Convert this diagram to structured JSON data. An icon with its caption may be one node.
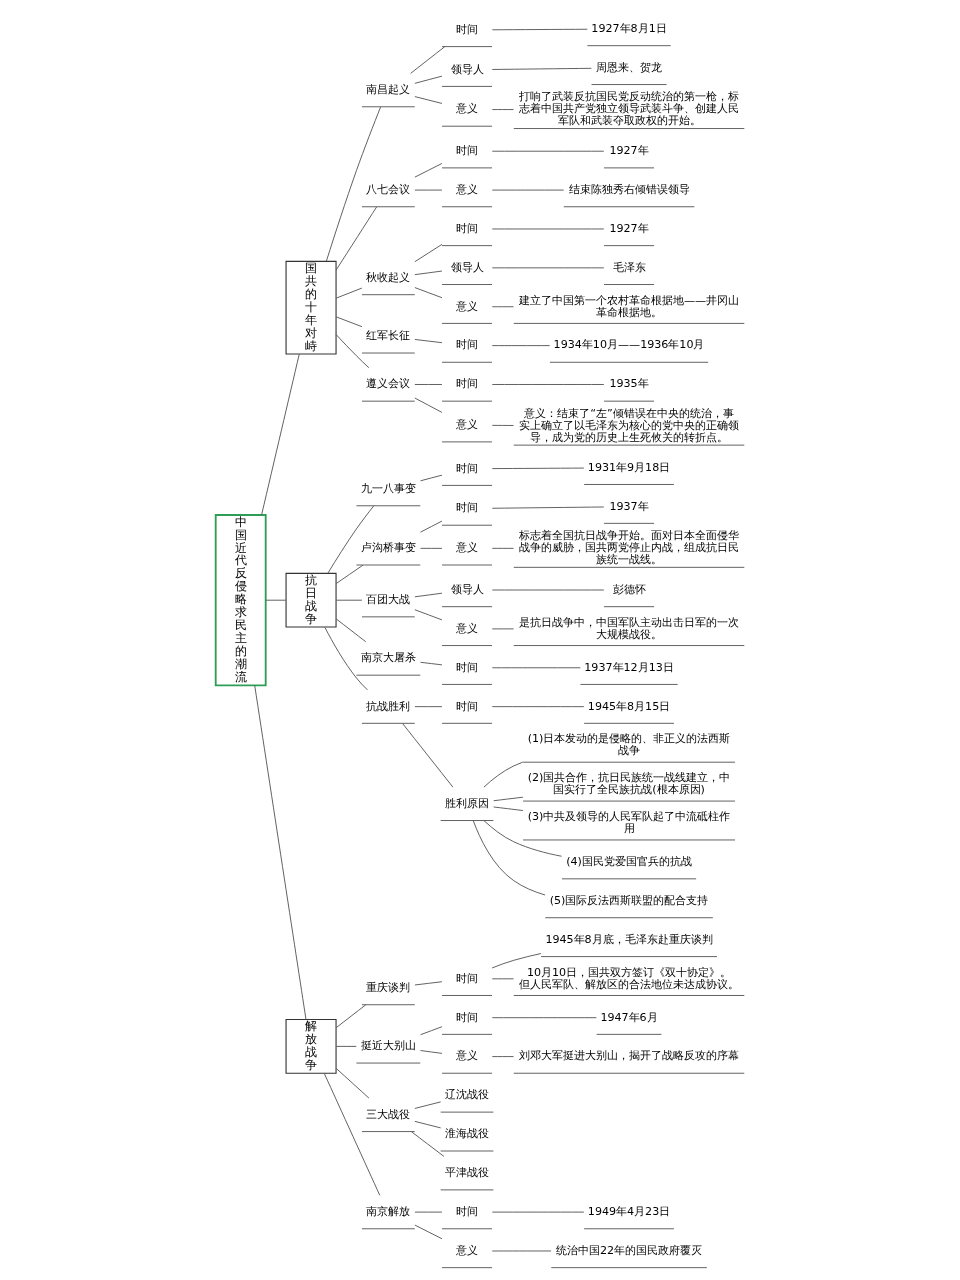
{
  "diagram": {
    "nodes": [
      {
        "text": [
          "中国近代反侵略求民主的潮流"
        ]
      },
      {
        "text": [
          "国共的十年对峙"
        ]
      },
      {
        "text": [
          "南昌起义"
        ]
      },
      {
        "text": [
          "时间"
        ]
      },
      {
        "text": [
          "1927年8月1日"
        ]
      },
      {
        "text": [
          "领导人"
        ]
      },
      {
        "text": [
          "周恩来、贺龙"
        ]
      },
      {
        "text": [
          "意义"
        ]
      },
      {
        "text": [
          "打响了武装反抗国民党反动统治的第一枪，标志着中国共产党独立领导武装斗争、创建人民军队和武装夺取政权的开始。"
        ]
      },
      {
        "text": [
          "八七会议"
        ]
      },
      {
        "text": [
          "时间"
        ]
      },
      {
        "text": [
          "1927年"
        ]
      },
      {
        "text": [
          "意义"
        ]
      },
      {
        "text": [
          "结束陈独秀右倾错误领导"
        ]
      },
      {
        "text": [
          "秋收起义"
        ]
      },
      {
        "text": [
          "时间"
        ]
      },
      {
        "text": [
          "1927年"
        ]
      },
      {
        "text": [
          "领导人"
        ]
      },
      {
        "text": [
          "毛泽东"
        ]
      },
      {
        "text": [
          "意义"
        ]
      },
      {
        "text": [
          "建立了中国第一个农村革命根据地——井冈山革命根据地。"
        ]
      },
      {
        "text": [
          "红军长征"
        ]
      },
      {
        "text": [
          "时间"
        ]
      },
      {
        "text": [
          "1934年10月——1936年10月"
        ]
      },
      {
        "text": [
          "遵义会议"
        ]
      },
      {
        "text": [
          "时间"
        ]
      },
      {
        "text": [
          "1935年"
        ]
      },
      {
        "text": [
          "意义"
        ]
      },
      {
        "text": [
          "意义：结束了“左”倾错误在中央的统治，事实上确立了以毛泽东为核心的党中央的正确领导，成为党的历史上生死攸关的转折点。"
        ]
      },
      {
        "text": [
          "抗日战争"
        ]
      },
      {
        "text": [
          "九一八事变"
        ]
      },
      {
        "text": [
          "时间"
        ]
      },
      {
        "text": [
          "1931年9月18日"
        ]
      },
      {
        "text": [
          "卢沟桥事变"
        ]
      },
      {
        "text": [
          "时间"
        ]
      },
      {
        "text": [
          "1937年"
        ]
      },
      {
        "text": [
          "意义"
        ]
      },
      {
        "text": [
          "标志着全国抗日战争开始。面对日本全面侵华战争的威胁，国共两党停止内战，组成抗日民族统一战线。"
        ]
      },
      {
        "text": [
          "百团大战"
        ]
      },
      {
        "text": [
          "领导人"
        ]
      },
      {
        "text": [
          "彭德怀"
        ]
      },
      {
        "text": [
          "意义"
        ]
      },
      {
        "text": [
          "是抗日战争中，中国军队主动出击日军的一次大规模战役。"
        ]
      },
      {
        "text": [
          "南京大屠杀"
        ]
      },
      {
        "text": [
          "时间"
        ]
      },
      {
        "text": [
          "1937年12月13日"
        ]
      },
      {
        "text": [
          "抗战胜利"
        ]
      },
      {
        "text": [
          "时间"
        ]
      },
      {
        "text": [
          "1945年8月15日"
        ]
      },
      {
        "text": [
          "胜利原因"
        ]
      },
      {
        "text": [
          "(1)日本发动的是侵略的、非正义的法西斯战争"
        ]
      },
      {
        "text": [
          "(2)国共合作，抗日民族统一战线建立，中国实行了全民族抗战(根本原因)"
        ]
      },
      {
        "text": [
          "(3)中共及领导的人民军队起了中流砥柱作用"
        ]
      },
      {
        "text": [
          "(4)国民党爱国官兵的抗战"
        ]
      },
      {
        "text": [
          "(5)国际反法西斯联盟的配合支持"
        ]
      },
      {
        "text": [
          "解放战争"
        ]
      },
      {
        "text": [
          "重庆谈判"
        ]
      },
      {
        "text": [
          "时间"
        ]
      },
      {
        "text": [
          "1945年8月底，毛泽东赴重庆谈判"
        ]
      },
      {
        "text": [
          "10月10日，国共双方签订《双十协定》。但人民军队、解放区的合法地位未达成协议。"
        ]
      },
      {
        "text": [
          "挺近大别山"
        ]
      },
      {
        "text": [
          "时间"
        ]
      },
      {
        "text": [
          "1947年6月"
        ]
      },
      {
        "text": [
          "意义"
        ]
      },
      {
        "text": [
          "刘邓大军挺进大别山，揭开了战略反攻的序幕"
        ]
      },
      {
        "text": [
          "三大战役"
        ]
      },
      {
        "text": [
          "辽沈战役"
        ]
      },
      {
        "text": [
          "淮海战役"
        ]
      },
      {
        "text": [
          "平津战役"
        ]
      },
      {
        "text": [
          "南京解放"
        ]
      },
      {
        "text": [
          "时间"
        ]
      },
      {
        "text": [
          "1949年4月23日"
        ]
      },
      {
        "text": [
          "意义"
        ]
      },
      {
        "text": [
          "统治中国22年的国民政府覆灭"
        ]
      }
    ],
    "edges": [
      {
        "from": 0,
        "to": 1,
        "arrow": "none"
      },
      {
        "from": 1,
        "to": 2,
        "arrow": "none"
      },
      {
        "from": 2,
        "to": 3,
        "arrow": "none"
      },
      {
        "from": 3,
        "to": 4,
        "arrow": "none"
      },
      {
        "from": 2,
        "to": 5,
        "arrow": "none"
      },
      {
        "from": 5,
        "to": 6,
        "arrow": "none"
      },
      {
        "from": 2,
        "to": 7,
        "arrow": "none"
      },
      {
        "from": 7,
        "to": 8,
        "arrow": "none"
      },
      {
        "from": 1,
        "to": 9,
        "arrow": "none"
      },
      {
        "from": 9,
        "to": 10,
        "arrow": "none"
      },
      {
        "from": 10,
        "to": 11,
        "arrow": "none"
      },
      {
        "from": 9,
        "to": 12,
        "arrow": "none"
      },
      {
        "from": 12,
        "to": 13,
        "arrow": "none"
      },
      {
        "from": 1,
        "to": 14,
        "arrow": "none"
      },
      {
        "from": 14,
        "to": 15,
        "arrow": "none"
      },
      {
        "from": 15,
        "to": 16,
        "arrow": "none"
      },
      {
        "from": 14,
        "to": 17,
        "arrow": "none"
      },
      {
        "from": 17,
        "to": 18,
        "arrow": "none"
      },
      {
        "from": 14,
        "to": 19,
        "arrow": "none"
      },
      {
        "from": 19,
        "to": 20,
        "arrow": "none"
      },
      {
        "from": 1,
        "to": 21,
        "arrow": "none"
      },
      {
        "from": 21,
        "to": 22,
        "arrow": "none"
      },
      {
        "from": 22,
        "to": 23,
        "arrow": "none"
      },
      {
        "from": 1,
        "to": 24,
        "arrow": "none"
      },
      {
        "from": 24,
        "to": 25,
        "arrow": "none"
      },
      {
        "from": 25,
        "to": 26,
        "arrow": "none"
      },
      {
        "from": 24,
        "to": 27,
        "arrow": "none"
      },
      {
        "from": 27,
        "to": 28,
        "arrow": "none"
      },
      {
        "from": 0,
        "to": 29,
        "arrow": "none"
      },
      {
        "from": 29,
        "to": 30,
        "arrow": "none"
      },
      {
        "from": 30,
        "to": 31,
        "arrow": "none"
      },
      {
        "from": 31,
        "to": 32,
        "arrow": "none"
      },
      {
        "from": 29,
        "to": 33,
        "arrow": "none"
      },
      {
        "from": 33,
        "to": 34,
        "arrow": "none"
      },
      {
        "from": 34,
        "to": 35,
        "arrow": "none"
      },
      {
        "from": 33,
        "to": 36,
        "arrow": "none"
      },
      {
        "from": 36,
        "to": 37,
        "arrow": "none"
      },
      {
        "from": 29,
        "to": 38,
        "arrow": "none"
      },
      {
        "from": 38,
        "to": 39,
        "arrow": "none"
      },
      {
        "from": 39,
        "to": 40,
        "arrow": "none"
      },
      {
        "from": 38,
        "to": 41,
        "arrow": "none"
      },
      {
        "from": 41,
        "to": 42,
        "arrow": "none"
      },
      {
        "from": 29,
        "to": 43,
        "arrow": "none"
      },
      {
        "from": 43,
        "to": 44,
        "arrow": "none"
      },
      {
        "from": 44,
        "to": 45,
        "arrow": "none"
      },
      {
        "from": 29,
        "to": 46,
        "arrow": "none"
      },
      {
        "from": 46,
        "to": 47,
        "arrow": "none"
      },
      {
        "from": 47,
        "to": 48,
        "arrow": "none"
      },
      {
        "from": 46,
        "to": 49,
        "arrow": "none"
      },
      {
        "from": 49,
        "to": 50,
        "arrow": "none"
      },
      {
        "from": 49,
        "to": 51,
        "arrow": "none"
      },
      {
        "from": 49,
        "to": 52,
        "arrow": "none"
      },
      {
        "from": 49,
        "to": 53,
        "arrow": "none"
      },
      {
        "from": 49,
        "to": 54,
        "arrow": "none"
      },
      {
        "from": 0,
        "to": 55,
        "arrow": "none"
      },
      {
        "from": 55,
        "to": 56,
        "arrow": "none"
      },
      {
        "from": 56,
        "to": 57,
        "arrow": "none"
      },
      {
        "from": 57,
        "to": 58,
        "arrow": "none"
      },
      {
        "from": 57,
        "to": 59,
        "arrow": "none"
      },
      {
        "from": 55,
        "to": 60,
        "arrow": "none"
      },
      {
        "from": 60,
        "to": 61,
        "arrow": "none"
      },
      {
        "from": 61,
        "to": 62,
        "arrow": "none"
      },
      {
        "from": 60,
        "to": 63,
        "arrow": "none"
      },
      {
        "from": 63,
        "to": 64,
        "arrow": "none"
      },
      {
        "from": 55,
        "to": 65,
        "arrow": "none"
      },
      {
        "from": 65,
        "to": 66,
        "arrow": "none"
      },
      {
        "from": 65,
        "to": 67,
        "arrow": "none"
      },
      {
        "from": 65,
        "to": 68,
        "arrow": "none"
      },
      {
        "from": 55,
        "to": 69,
        "arrow": "none"
      },
      {
        "from": 69,
        "to": 70,
        "arrow": "none"
      },
      {
        "from": 70,
        "to": 71,
        "arrow": "none"
      },
      {
        "from": 69,
        "to": 72,
        "arrow": "none"
      },
      {
        "from": 72,
        "to": 73,
        "arrow": "none"
      }
    ]
  }
}
